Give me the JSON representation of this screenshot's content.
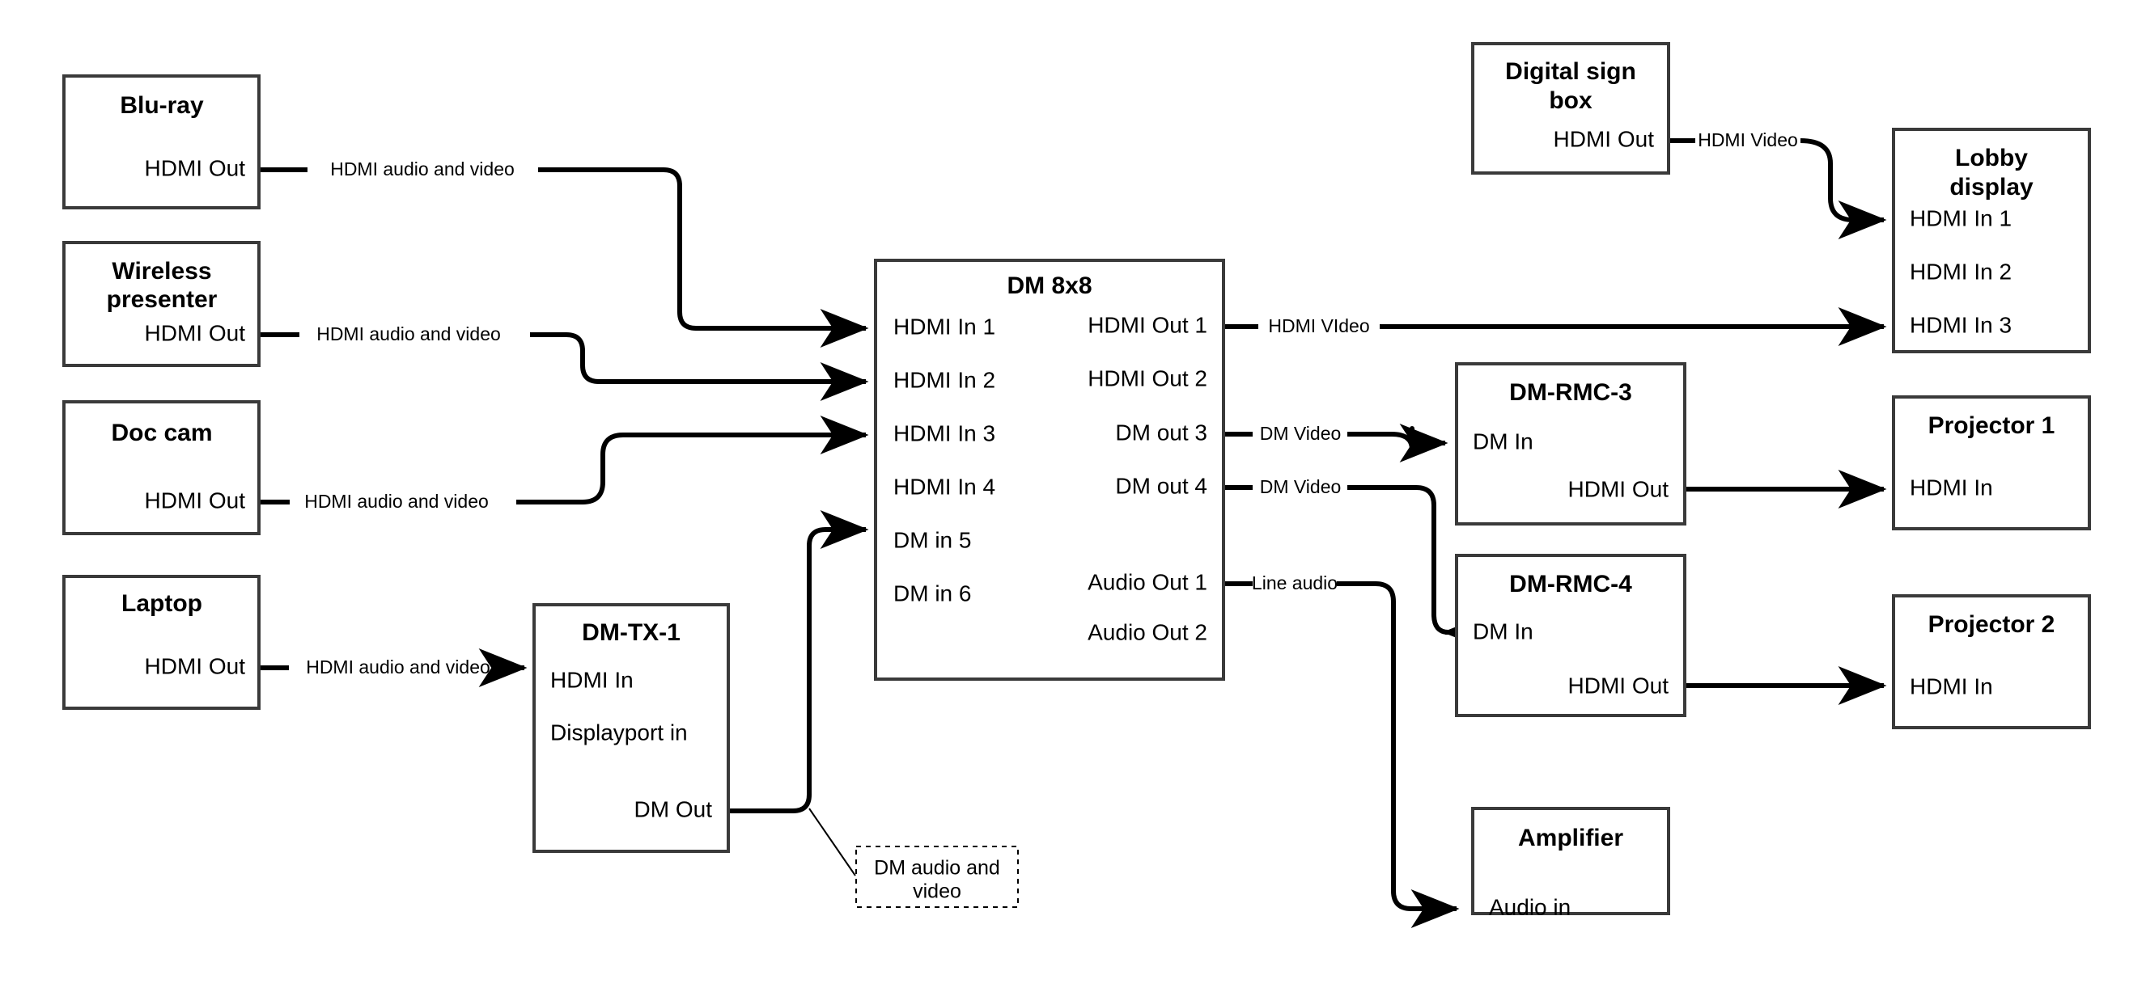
{
  "diagram": {
    "title": "AV signal routing diagram",
    "background_color": "#ffffff",
    "stroke_color": "#3a3a3a",
    "line_color": "#000000"
  },
  "nodes": {
    "bluray": {
      "title": "Blu-ray",
      "port1": "HDMI Out"
    },
    "wireless": {
      "title_line1": "Wireless",
      "title_line2": "presenter",
      "port1": "HDMI Out"
    },
    "doccam": {
      "title": "Doc cam",
      "port1": "HDMI Out"
    },
    "laptop": {
      "title": "Laptop",
      "port1": "HDMI Out"
    },
    "dmtx1": {
      "title": "DM-TX-1",
      "port1": "HDMI In",
      "port2": "Displayport in",
      "port3": "DM Out"
    },
    "dm8x8": {
      "title": "DM 8x8",
      "inputs": [
        "HDMI In 1",
        "HDMI In 2",
        "HDMI In 3",
        "HDMI In 4",
        "DM in 5",
        "DM in 6"
      ],
      "outputs": [
        "HDMI Out 1",
        "HDMI Out 2",
        "DM out 3",
        "DM out 4",
        "Audio Out 1",
        "Audio Out 2"
      ]
    },
    "digitalsign": {
      "title_line1": "Digital sign",
      "title_line2": "box",
      "port1": "HDMI Out"
    },
    "lobbydisplay": {
      "title_line1": "Lobby",
      "title_line2": "display",
      "port1": "HDMI In 1",
      "port2": "HDMI In 2",
      "port3": "HDMI In 3"
    },
    "dmrmc3": {
      "title": "DM-RMC-3",
      "port1": "DM In",
      "port2": "HDMI Out"
    },
    "dmrmc4": {
      "title": "DM-RMC-4",
      "port1": "DM In",
      "port2": "HDMI Out"
    },
    "projector1": {
      "title": "Projector 1",
      "port1": "HDMI In"
    },
    "projector2": {
      "title": "Projector 2",
      "port1": "HDMI In"
    },
    "amplifier": {
      "title": "Amplifier",
      "port1": "Audio in"
    }
  },
  "edge_labels": {
    "bluray_to_in1": "HDMI audio and video",
    "wireless_to_in2": "HDMI audio and video",
    "doccam_to_in3": "HDMI audio and video",
    "laptop_to_dmtx1": "HDMI audio and video",
    "hdmiout1_to_lobby": "HDMI VIdeo",
    "dmout3_to_rmc3": "DM Video",
    "dmout4_to_rmc4": "DM Video",
    "audioout1_to_amp": "Line audio",
    "sign_to_lobby": "HDMI Video"
  },
  "callouts": {
    "dm_link": {
      "line1": "DM audio and",
      "line2": "video"
    }
  }
}
